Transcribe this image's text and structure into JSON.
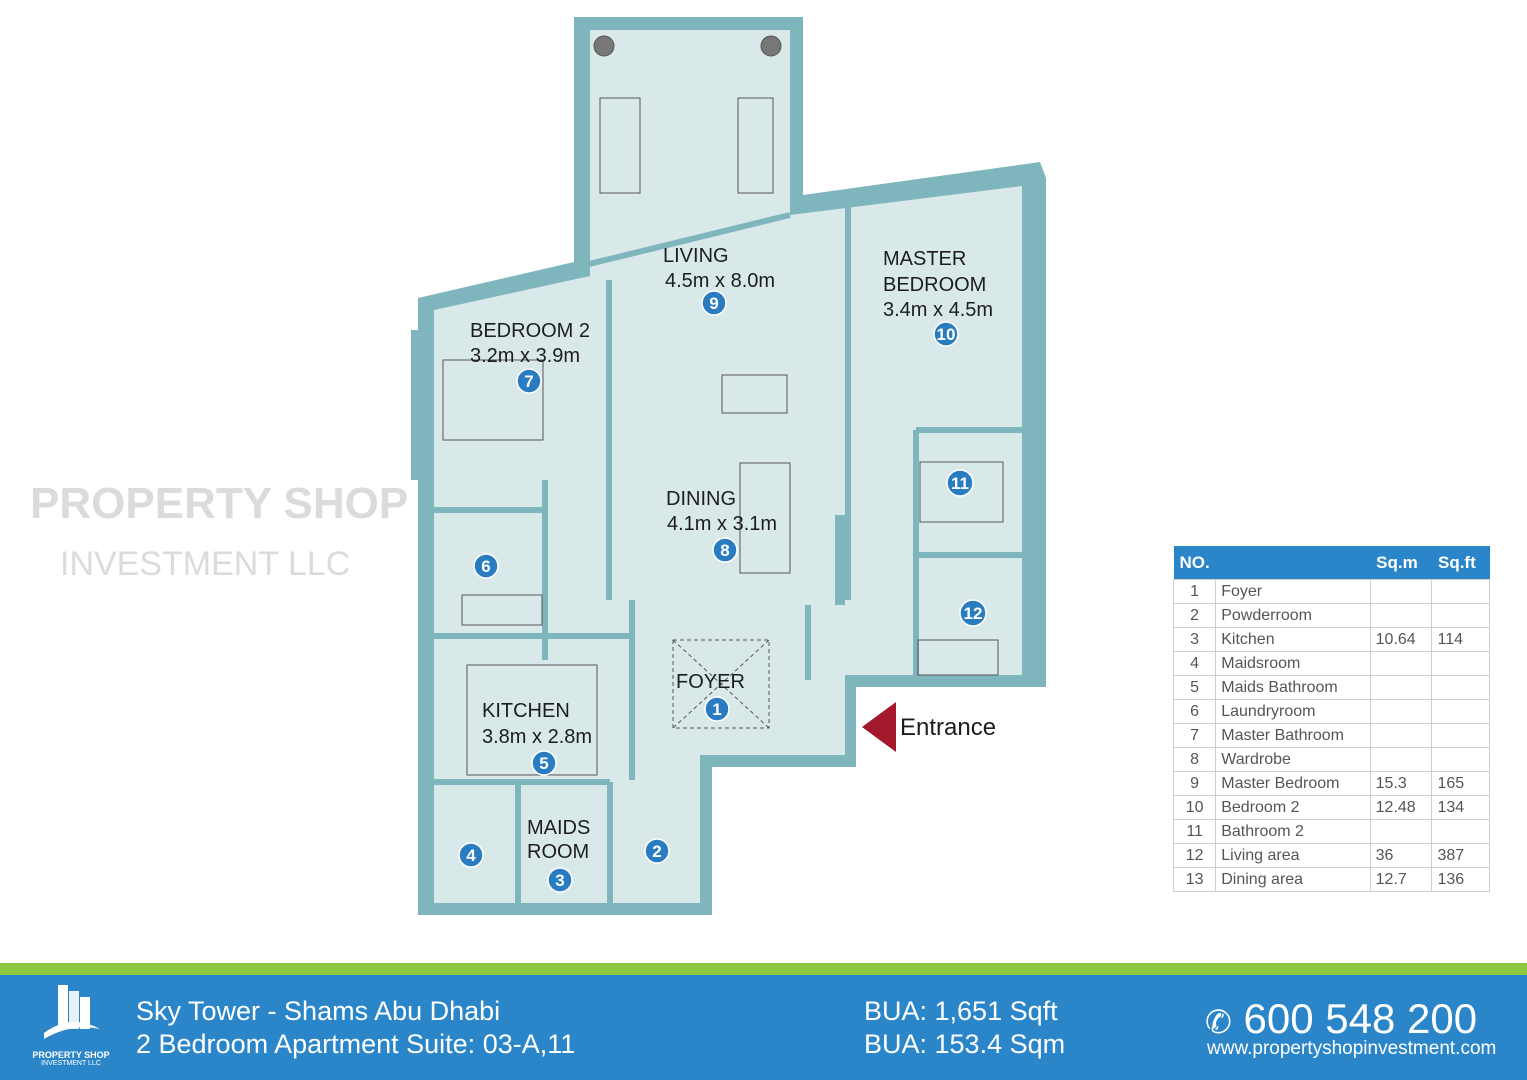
{
  "plan": {
    "rooms": {
      "living": {
        "name": "LIVING",
        "dims": "4.5m x 8.0m",
        "marker": "9"
      },
      "bedroom2": {
        "name": "BEDROOM 2",
        "dims": "3.2m x 3.9m",
        "marker": "7"
      },
      "master": {
        "name1": "MASTER",
        "name2": "BEDROOM",
        "dims": "3.4m x 4.5m",
        "marker": "10"
      },
      "dining": {
        "name": "DINING",
        "dims": "4.1m x 3.1m",
        "marker": "8"
      },
      "foyer": {
        "name": "FOYER",
        "marker": "1"
      },
      "kitchen": {
        "name": "KITCHEN",
        "dims": "3.8m x 2.8m",
        "marker": "5"
      },
      "maids": {
        "name1": "MAIDS",
        "name2": "ROOM",
        "marker": "3"
      }
    },
    "markers": {
      "m2": "2",
      "m4": "4",
      "m6": "6",
      "m11": "11",
      "m12": "12"
    },
    "entrance": "Entrance",
    "watermark": {
      "line1": "PROPERTY SHOP",
      "line2": "INVESTMENT LLC"
    },
    "colors": {
      "floor": "#d9e9ea",
      "wall": "#7fb6bd",
      "marker": "#2a7cc1",
      "entrance": "#a3182a"
    }
  },
  "table": {
    "headers": [
      "NO.",
      "Sq.m",
      "Sq.ft"
    ],
    "rows": [
      {
        "no": "1",
        "name": "Foyer",
        "sqm": "",
        "sqft": ""
      },
      {
        "no": "2",
        "name": "Powderroom",
        "sqm": "",
        "sqft": ""
      },
      {
        "no": "3",
        "name": "Kitchen",
        "sqm": "10.64",
        "sqft": "114"
      },
      {
        "no": "4",
        "name": "Maidsroom",
        "sqm": "",
        "sqft": ""
      },
      {
        "no": "5",
        "name": "Maids Bathroom",
        "sqm": "",
        "sqft": ""
      },
      {
        "no": "6",
        "name": "Laundryroom",
        "sqm": "",
        "sqft": ""
      },
      {
        "no": "7",
        "name": "Master Bathroom",
        "sqm": "",
        "sqft": ""
      },
      {
        "no": "8",
        "name": "Wardrobe",
        "sqm": "",
        "sqft": ""
      },
      {
        "no": "9",
        "name": "Master Bedroom",
        "sqm": "15.3",
        "sqft": "165"
      },
      {
        "no": "10",
        "name": "Bedroom 2",
        "sqm": "12.48",
        "sqft": "134"
      },
      {
        "no": "11",
        "name": "Bathroom 2",
        "sqm": "",
        "sqft": ""
      },
      {
        "no": "12",
        "name": "Living area",
        "sqm": "36",
        "sqft": "387"
      },
      {
        "no": "13",
        "name": "Dining area",
        "sqm": "12.7",
        "sqft": "136"
      }
    ]
  },
  "footer": {
    "logo_line1": "PROPERTY SHOP",
    "logo_line2": "INVESTMENT LLC",
    "title": "Sky Tower - Shams Abu Dhabi",
    "subtitle": "2 Bedroom Apartment Suite: 03-A,11",
    "bua_sqft": "BUA: 1,651 Sqft",
    "bua_sqm": "BUA: 153.4 Sqm",
    "phone": "600 548 200",
    "website": "www.propertyshopinvestment.com",
    "colors": {
      "stripe": "#8dc63f",
      "bar": "#2b86c9"
    }
  }
}
